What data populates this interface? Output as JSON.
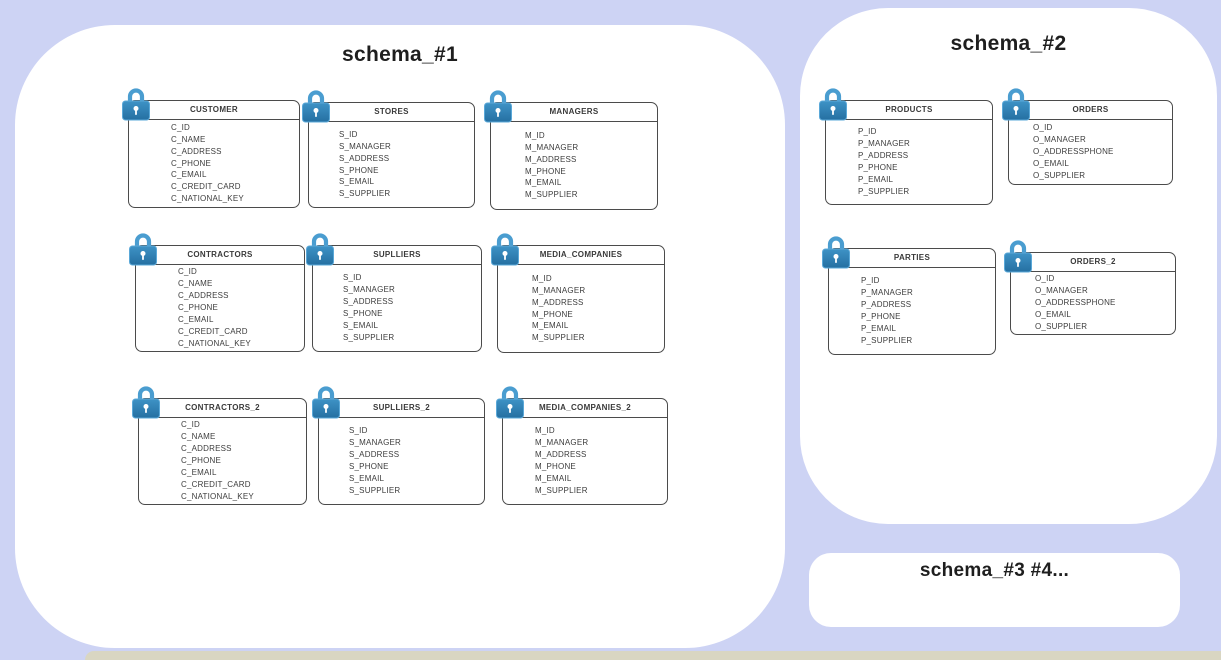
{
  "colors": {
    "background": "#cdd3f4",
    "panel": "#ffffff",
    "table_border": "#4b4b4b",
    "text": "#3d3d3d",
    "lock_blue": "#2d7fb2",
    "lock_blue_light": "#4a9dd0"
  },
  "schemas": [
    {
      "title": "schema_#1",
      "tables": [
        {
          "name": "CUSTOMER",
          "fields": [
            "C_ID",
            "C_NAME",
            "C_ADDRESS",
            "C_PHONE",
            "C_EMAIL",
            "C_CREDIT_CARD",
            "C_NATIONAL_KEY"
          ]
        },
        {
          "name": "STORES",
          "fields": [
            "S_ID",
            "S_MANAGER",
            "S_ADDRESS",
            "S_PHONE",
            "S_EMAIL",
            "S_SUPPLIER"
          ]
        },
        {
          "name": "MANAGERS",
          "fields": [
            "M_ID",
            "M_MANAGER",
            "M_ADDRESS",
            "M_PHONE",
            "M_EMAIL",
            "M_SUPPLIER"
          ]
        },
        {
          "name": "CONTRACTORS",
          "fields": [
            "C_ID",
            "C_NAME",
            "C_ADDRESS",
            "C_PHONE",
            "C_EMAIL",
            "C_CREDIT_CARD",
            "C_NATIONAL_KEY"
          ]
        },
        {
          "name": "SUPLLIERS",
          "fields": [
            "S_ID",
            "S_MANAGER",
            "S_ADDRESS",
            "S_PHONE",
            "S_EMAIL",
            "S_SUPPLIER"
          ]
        },
        {
          "name": "MEDIA_COMPANIES",
          "fields": [
            "M_ID",
            "M_MANAGER",
            "M_ADDRESS",
            "M_PHONE",
            "M_EMAIL",
            "M_SUPPLIER"
          ]
        },
        {
          "name": "CONTRACTORS_2",
          "fields": [
            "C_ID",
            "C_NAME",
            "C_ADDRESS",
            "C_PHONE",
            "C_EMAIL",
            "C_CREDIT_CARD",
            "C_NATIONAL_KEY"
          ]
        },
        {
          "name": "SUPLLIERS_2",
          "fields": [
            "S_ID",
            "S_MANAGER",
            "S_ADDRESS",
            "S_PHONE",
            "S_EMAIL",
            "S_SUPPLIER"
          ]
        },
        {
          "name": "MEDIA_COMPANIES_2",
          "fields": [
            "M_ID",
            "M_MANAGER",
            "M_ADDRESS",
            "M_PHONE",
            "M_EMAIL",
            "M_SUPPLIER"
          ]
        }
      ]
    },
    {
      "title": "schema_#2",
      "tables": [
        {
          "name": "PRODUCTS",
          "fields": [
            "P_ID",
            "P_MANAGER",
            "P_ADDRESS",
            "P_PHONE",
            "P_EMAIL",
            "P_SUPPLIER"
          ]
        },
        {
          "name": "ORDERS",
          "fields": [
            "O_ID",
            "O_MANAGER",
            "O_ADDRESSPHONE",
            "O_EMAIL",
            "O_SUPPLIER"
          ]
        },
        {
          "name": "PARTIES",
          "fields": [
            "P_ID",
            "P_MANAGER",
            "P_ADDRESS",
            "P_PHONE",
            "P_EMAIL",
            "P_SUPPLIER"
          ]
        },
        {
          "name": "ORDERS_2",
          "fields": [
            "O_ID",
            "O_MANAGER",
            "O_ADDRESSPHONE",
            "O_EMAIL",
            "O_SUPPLIER"
          ]
        }
      ]
    },
    {
      "title": "schema_#3 #4...",
      "tables": []
    }
  ]
}
